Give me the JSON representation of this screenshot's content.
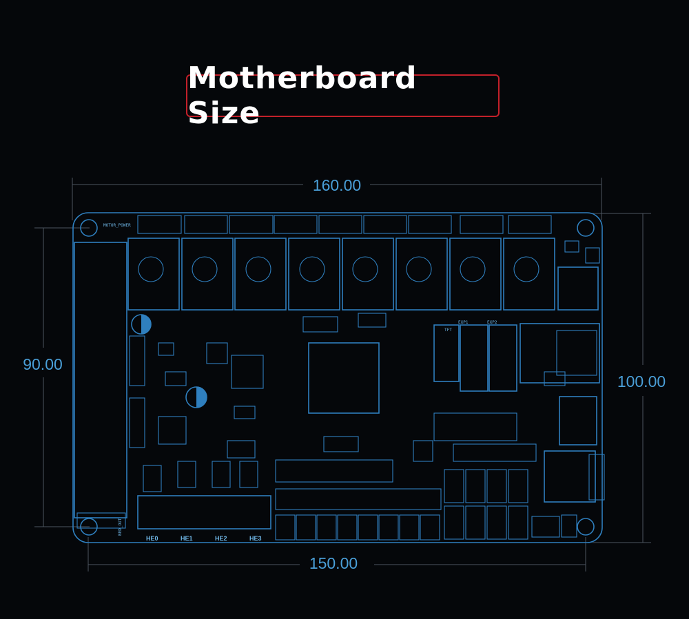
{
  "title": "Motherboard Size",
  "dimensions": {
    "outer_width": "160.00",
    "hole_width": "150.00",
    "outer_height": "100.00",
    "hole_height": "90.00"
  },
  "heater_labels": [
    "HE0",
    "HE1",
    "HE2",
    "HE3"
  ],
  "board_labels": {
    "motor_power": "MOTOR_POWER",
    "exp1": "EXP1",
    "exp2": "EXP2",
    "tft": "TFT",
    "bed_out": "BED_OUT"
  },
  "colors": {
    "background": "#05070a",
    "trace": "#2f7fbe",
    "dimension_text": "#4a9fd8",
    "title_border": "#c3202a",
    "title_text": "#ffffff"
  }
}
